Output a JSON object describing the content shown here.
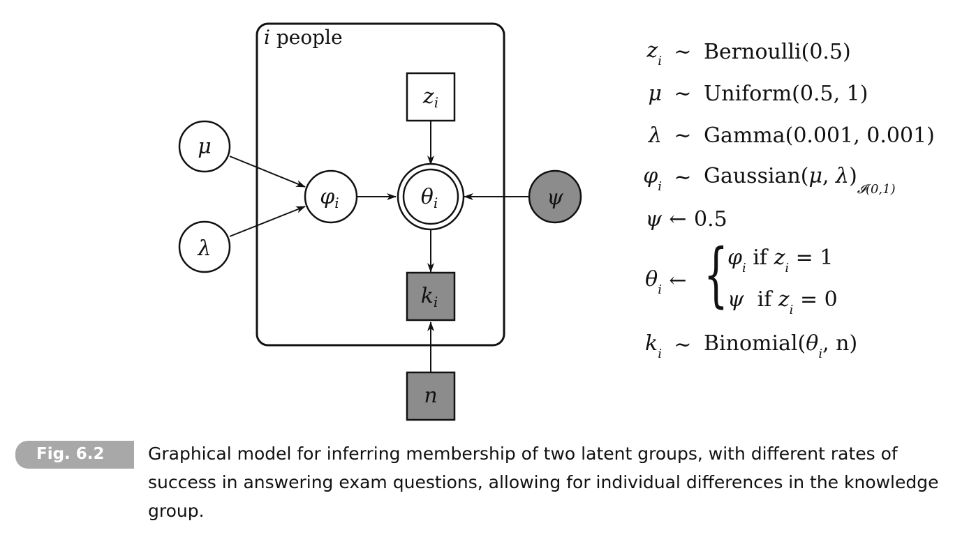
{
  "diagram": {
    "plate_label_var": "i",
    "plate_label_text": "people",
    "nodes": {
      "z": {
        "symbol": "z",
        "subscript": "i"
      },
      "mu": {
        "symbol": "μ"
      },
      "lambda": {
        "symbol": "λ"
      },
      "phi": {
        "symbol": "φ",
        "subscript": "i"
      },
      "theta": {
        "symbol": "θ",
        "subscript": "i"
      },
      "psi": {
        "symbol": "ψ"
      },
      "k": {
        "symbol": "k",
        "subscript": "i"
      },
      "n": {
        "symbol": "n"
      }
    },
    "colors": {
      "observed": "#8c8c8c",
      "latent": "#ffffff",
      "stroke": "#111111"
    }
  },
  "equations": {
    "z": {
      "lhs": "z",
      "lhs_sub": "i",
      "op": "∼",
      "rhs": "Bernoulli(0.5)"
    },
    "mu": {
      "lhs": "μ",
      "op": "∼",
      "rhs": "Uniform(0.5, 1)"
    },
    "lambda": {
      "lhs": "λ",
      "op": "∼",
      "rhs": "Gamma(0.001, 0.001)"
    },
    "phi": {
      "lhs": "φ",
      "lhs_sub": "i",
      "op": "∼",
      "rhs_main": "Gaussian(",
      "rhs_mu": "μ",
      "rhs_sep": ", ",
      "rhs_lambda": "λ",
      "rhs_close": ")",
      "rhs_sub": "𝓘(0,1)"
    },
    "psi": {
      "lhs": "ψ",
      "op": "←",
      "rhs": "0.5"
    },
    "theta": {
      "lhs": "θ",
      "lhs_sub": "i",
      "op": "←",
      "brace": "{",
      "case1": {
        "var": "φ",
        "var_sub": "i",
        "cond": " if ",
        "cz": "z",
        "cz_sub": "i",
        "eq": " = 1"
      },
      "case2": {
        "var": "ψ",
        "cond": "  if ",
        "cz": "z",
        "cz_sub": "i",
        "eq": " = 0"
      }
    },
    "k": {
      "lhs": "k",
      "lhs_sub": "i",
      "op": "∼",
      "rhs_main": "Binomial(",
      "rhs_theta": "θ",
      "rhs_theta_sub": "i",
      "rhs_rest": ", n)"
    }
  },
  "caption": {
    "tag": "Fig. 6.2",
    "text": "Graphical model for inferring membership of two latent groups, with different rates of success in answering exam questions, allowing for individual differences in the knowledge group."
  }
}
